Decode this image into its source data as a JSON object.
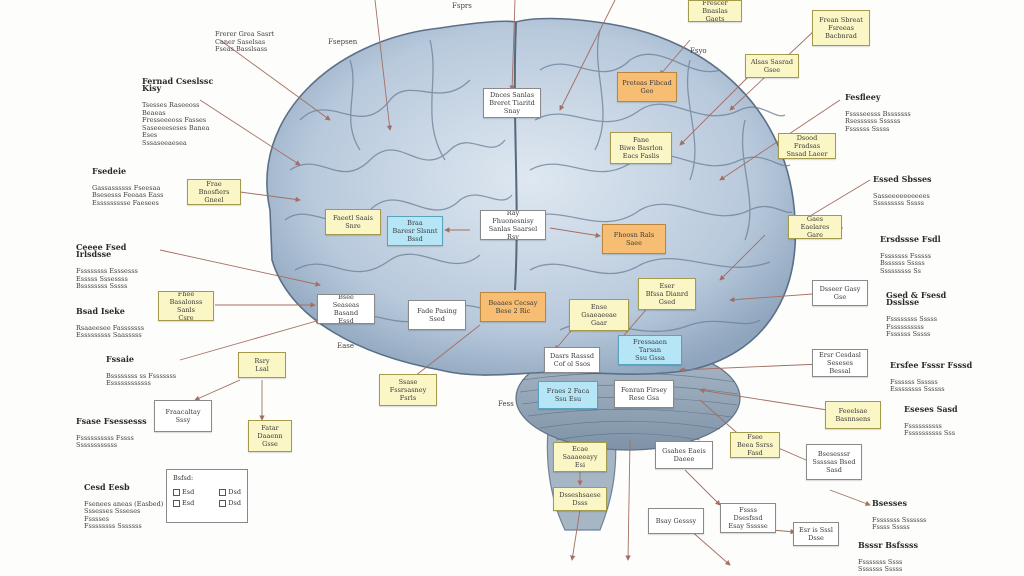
{
  "diagram": {
    "colors": {
      "yellow": "#fbf6c6",
      "white": "#ffffff",
      "orange": "#f6bd73",
      "cyan": "#b6e6f6",
      "connector": "#a56e63",
      "brain": "#b8c9dc"
    },
    "labels": [
      {
        "id": "y-topright-1",
        "style": "yellow",
        "text": "Frean Sbreat\nFsreeas Bacbnrad"
      },
      {
        "id": "y-top-1",
        "style": "yellow",
        "text": "Frescer Bnaslas\nGaets"
      },
      {
        "id": "y-top-2",
        "style": "yellow",
        "text": "Alsas Sasrad\nGsee"
      },
      {
        "id": "w-center-top",
        "style": "white",
        "text": "Dnces Sanlas\nBreret Tiaritd\nSnay"
      },
      {
        "id": "o-upper",
        "style": "orange",
        "text": "Preteas Fibcad\nGeo"
      },
      {
        "id": "y-upper-mid",
        "style": "yellow",
        "text": "Fane\nBiwe Basrlon\nEacs Faslis"
      },
      {
        "id": "y-right-1",
        "style": "yellow",
        "text": "Dsood Fradsas\nSnsad Laeer"
      },
      {
        "id": "y-left-1",
        "style": "yellow",
        "text": "Frae Bnosfiers\nGneel"
      },
      {
        "id": "y-mid-left",
        "style": "yellow",
        "text": "Faeetl Saais\nSnre"
      },
      {
        "id": "c-mid-left",
        "style": "cyan",
        "text": "Braa\nBaresr Slsnnt\nBssd"
      },
      {
        "id": "w-center",
        "style": "white",
        "text": "Ray Fhuonesnisy\nSanlas Saarsel\nRsy"
      },
      {
        "id": "o-mid-right",
        "style": "orange",
        "text": "Fhoosn Rals\nSaee"
      },
      {
        "id": "y-right-2",
        "style": "yellow",
        "text": "Gaes Eaelares\nGare"
      },
      {
        "id": "y-left-2",
        "style": "yellow",
        "text": "Fhee\nBasalonss Sanls\nCsre"
      },
      {
        "id": "w-left-mid",
        "style": "white",
        "text": "Bsee\nSeaseas Basand\nEssd"
      },
      {
        "id": "w-center-low",
        "style": "white",
        "text": "Fade Pasing\nSsed"
      },
      {
        "id": "o-center-low",
        "style": "orange",
        "text": "Beaaes Cecsay\nBese 2 Ric"
      },
      {
        "id": "y-center-low",
        "style": "yellow",
        "text": "Ense\nGsaeaeeae\nGaar"
      },
      {
        "id": "y-right-mid",
        "style": "yellow",
        "text": "Eser\nBfssa Dianrd\nGsed"
      },
      {
        "id": "w-right-1",
        "style": "white",
        "text": "Dsseer Gasy\nGse"
      },
      {
        "id": "w-lower-center",
        "style": "white",
        "text": "Dasrs Rasssd\nCof ol Ssos"
      },
      {
        "id": "c-lower-center",
        "style": "cyan",
        "text": "Fressaaen Tarsan\nSsu Gssa"
      },
      {
        "id": "y-left-3",
        "style": "yellow",
        "text": "Rsry\nLsal"
      },
      {
        "id": "y-lower-left",
        "style": "yellow",
        "text": "Ssase\nFssrsasney\nFsrls"
      },
      {
        "id": "c-lower",
        "style": "cyan",
        "text": "Fraes 2 Faca\nSsu Esu"
      },
      {
        "id": "w-lower",
        "style": "white",
        "text": "Fenran Firsey\nRese Gsa"
      },
      {
        "id": "w-right-low",
        "style": "white",
        "text": "Ersr Cesdasl\nSeseses Bessal"
      },
      {
        "id": "w-left-low",
        "style": "white",
        "text": "Fraacaltay\nSssy"
      },
      {
        "id": "y-right-low",
        "style": "yellow",
        "text": "Feeelsae\nBasnnsens"
      },
      {
        "id": "y-left-low",
        "style": "yellow",
        "text": "Fatar\nDaaenn\nGsse"
      },
      {
        "id": "w-stem-1",
        "style": "white",
        "text": "Gsahes Eaeis\nDaeee"
      },
      {
        "id": "y-stem-right",
        "style": "yellow",
        "text": "Fsee\nBeea Ssrss\nFasd"
      },
      {
        "id": "w-right-lower",
        "style": "white",
        "text": "Bsesesssr\nSssssas Bsed\nSasd"
      },
      {
        "id": "y-stem-1",
        "style": "yellow",
        "text": "Ecae\nSaaaeeayy\nEsi"
      },
      {
        "id": "y-stem-2",
        "style": "yellow",
        "text": "Dsseshsaese\nDsss"
      },
      {
        "id": "w-bottom-1",
        "style": "white",
        "text": "Bsay Gesssy"
      },
      {
        "id": "w-bottom-2",
        "style": "white",
        "text": "Fssss Dsesfssd\nEsay Ssssse"
      },
      {
        "id": "w-bottom-3",
        "style": "white",
        "text": "Esr is Sssl\nDsse"
      }
    ],
    "notes": [
      {
        "id": "n-top-left",
        "title": "",
        "text": "Frerer Grea Sasrt\nCaner Saselsas\nFseas Basslsass"
      },
      {
        "id": "n-left-1",
        "title": "Fernad Cseslssc Kisy",
        "text": "Tsesses Raseeoss Beaeas\nFresseeeoss Fasses\nSaseeeeseses Banea Eses\nSssaseeaesea"
      },
      {
        "id": "n-left-2",
        "title": "Fsedeie",
        "text": "Gassassssss Fseesaa\nBsesesss Feeaas Eass\nEssssssssse Faesees"
      },
      {
        "id": "n-left-3",
        "title": "Ceeee Fsed Irlsdsse",
        "text": "Fssssssss Esssesss\nEsssss Sssessss\nBssssssss Sssss"
      },
      {
        "id": "n-left-4",
        "title": "Bsad Iseke",
        "text": "Rsaaeesee Fasssssss\nEsssssssss Saasssss"
      },
      {
        "id": "n-left-5",
        "title": "Fssaie",
        "text": "Bssssssss ss Fsssssss\nEssssssssssss"
      },
      {
        "id": "n-left-6",
        "title": "Fsase Fsessesss",
        "text": "Fssssssssss Fssss\nSsssssssssss"
      },
      {
        "id": "n-left-7",
        "title": "Cesd Eesb",
        "text": "Fsenees aneas (Easbed)\nSssesses Ssseses Fsssses\nFssssssss Sssssss"
      },
      {
        "id": "n-right-1",
        "title": "Fesfleey",
        "text": "Fsssseesss Bsssssss\nRsessssss Ssssss\nFssssss Sssss"
      },
      {
        "id": "n-right-2",
        "title": "Essed Sbsses",
        "text": "Sasseeeeeeeeees\nSssssssss Sssss"
      },
      {
        "id": "n-right-3",
        "title": "Ersdssse Fsdl",
        "text": "Fsssssss Fsssss\nBssssss Sssss\nSssssssss Ss"
      },
      {
        "id": "n-right-4",
        "title": "Gsed & Fsesd Dsslsse",
        "text": "Fssssssss Sssss\nFssssssssss\nFssssss Sssss"
      },
      {
        "id": "n-right-5",
        "title": "Ersfee Fsssr Fsssd",
        "text": "Fssssss Ssssss\nEssssssss Ssssss"
      },
      {
        "id": "n-right-6",
        "title": "Eseses Sasd",
        "text": "Fssssssssss\nFssssssssss Sss"
      },
      {
        "id": "n-right-7",
        "title": "Bsesses",
        "text": "Fsssssss Sssssss\nFssss Sssss"
      },
      {
        "id": "n-right-8",
        "title": "Bsssr Bsfssss",
        "text": "Fsssssss Ssss\nSssssss Sssss"
      }
    ],
    "small_labels": [
      {
        "id": "s-top-center",
        "text": "Fsprs"
      },
      {
        "id": "s-top-left",
        "text": "Fsepsen"
      },
      {
        "id": "s-top-right",
        "text": "Fsyo"
      },
      {
        "id": "s-mid-left",
        "text": "Ease"
      },
      {
        "id": "s-lower",
        "text": "Fess"
      }
    ],
    "legend": {
      "title": "Bsfsd:",
      "items": [
        "Esd",
        "Dsd",
        "Esd",
        "Dsd"
      ]
    }
  }
}
